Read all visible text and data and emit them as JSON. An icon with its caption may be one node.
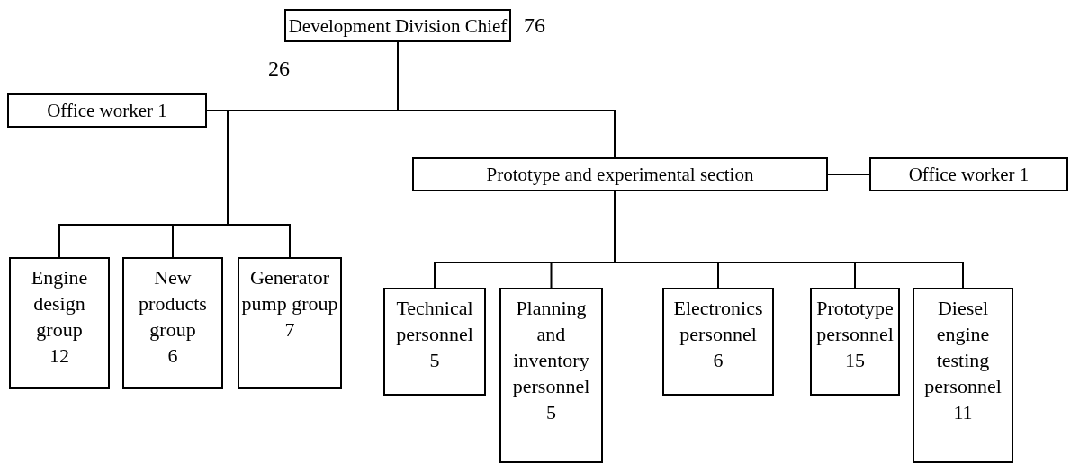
{
  "diagram": {
    "nodes": [
      {
        "text": [
          "Development Division Chief"
        ],
        "beside": [
          "76"
        ]
      },
      {
        "text": [
          "Office worker 1"
        ]
      },
      {
        "text": [
          "Prototype and experimental section"
        ]
      },
      {
        "text": [
          "Office worker 1"
        ]
      },
      {
        "text": [
          "Engine design group",
          "12"
        ]
      },
      {
        "text": [
          "New products group",
          "6"
        ]
      },
      {
        "text": [
          "Generator pump group",
          "7"
        ]
      },
      {
        "text": [
          "Technical personnel",
          "5"
        ]
      },
      {
        "text": [
          "Planning and inventory personnel",
          "5"
        ]
      },
      {
        "text": [
          "Electronics personnel",
          "6"
        ]
      },
      {
        "text": [
          "Prototype personnel",
          "15"
        ]
      },
      {
        "text": [
          "Diesel engine testing personnel",
          "11"
        ]
      }
    ],
    "edges": [
      {
        "from": 0,
        "to": 1,
        "arrow": "none"
      },
      {
        "from": 0,
        "to": 2,
        "arrow": "none"
      },
      {
        "from": 0,
        "to": 4,
        "arrow": "none"
      },
      {
        "from": 0,
        "to": 5,
        "arrow": "none"
      },
      {
        "from": 0,
        "to": 6,
        "arrow": "none"
      },
      {
        "from": 2,
        "to": 3,
        "arrow": "none"
      },
      {
        "from": 2,
        "to": 7,
        "arrow": "none"
      },
      {
        "from": 2,
        "to": 8,
        "arrow": "none"
      },
      {
        "from": 2,
        "to": 9,
        "arrow": "none"
      },
      {
        "from": 2,
        "to": 10,
        "arrow": "none"
      },
      {
        "from": 2,
        "to": 11,
        "arrow": "none"
      }
    ],
    "labels": [
      "26"
    ]
  }
}
